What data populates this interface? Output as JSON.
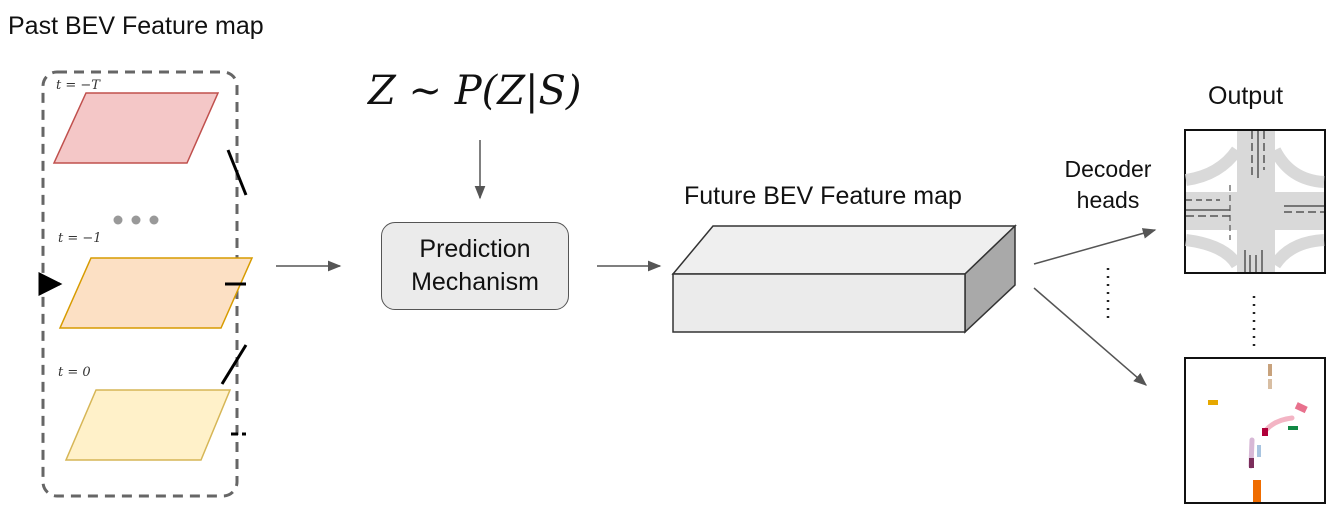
{
  "past_title": "Past BEV Feature map",
  "time_labels": [
    "t = −T",
    "t = −1",
    "t = 0"
  ],
  "formula": "Z ∼ P(Z|S)",
  "prediction": {
    "line1": "Prediction",
    "line2": "Mechanism"
  },
  "future_title": "Future BEV Feature map",
  "decoder": {
    "line1": "Decoder",
    "line2": "heads"
  },
  "output_title": "Output",
  "colors": {
    "frame_past": "#f4c7c7",
    "frame_past_stroke": "#c0504d",
    "frame_mid": "#fce0c4",
    "frame_mid_stroke": "#d79b00",
    "frame_now": "#fff1c9",
    "frame_now_stroke": "#d6b656",
    "box": "#ebebeb",
    "road": "#d9d9d9"
  }
}
